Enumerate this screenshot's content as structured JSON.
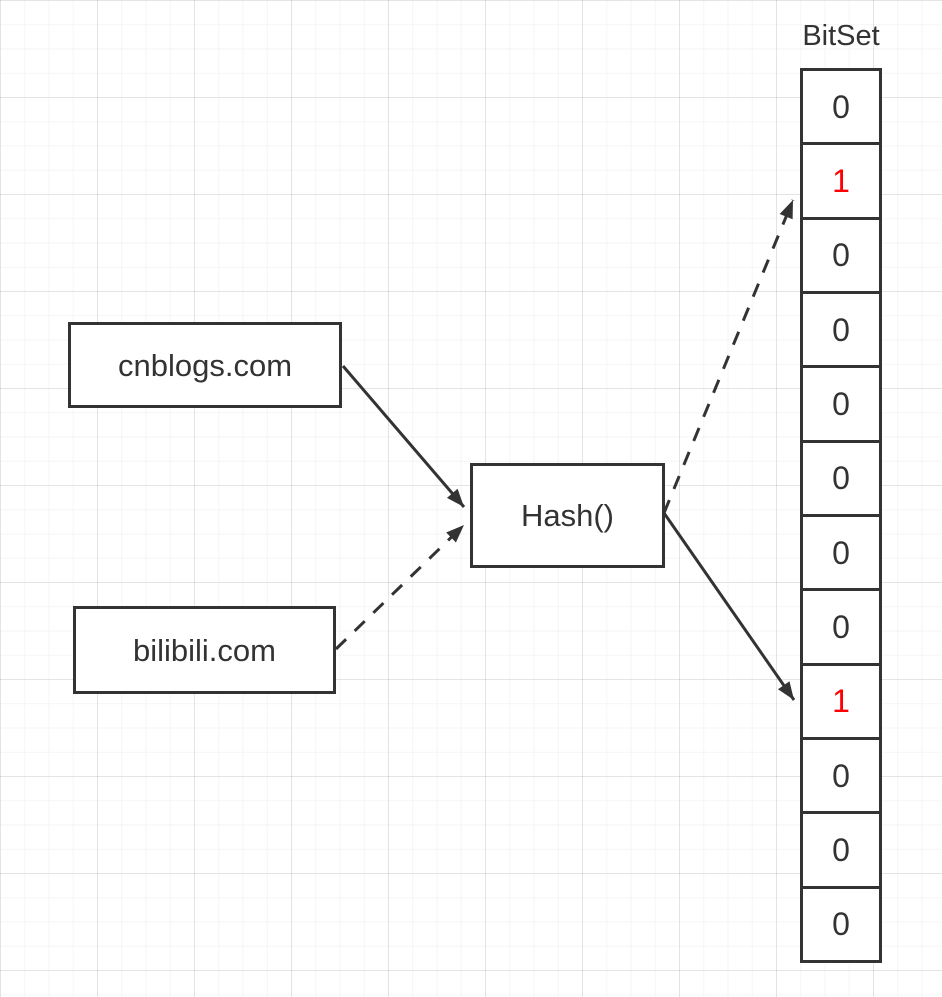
{
  "nodes": {
    "cnblogs": {
      "label": "cnblogs.com"
    },
    "bilibili": {
      "label": "bilibili.com"
    },
    "hash": {
      "label": "Hash()"
    }
  },
  "bitset": {
    "label": "BitSet",
    "cells": [
      {
        "value": "0",
        "highlight": false
      },
      {
        "value": "1",
        "highlight": true
      },
      {
        "value": "0",
        "highlight": false
      },
      {
        "value": "0",
        "highlight": false
      },
      {
        "value": "0",
        "highlight": false
      },
      {
        "value": "0",
        "highlight": false
      },
      {
        "value": "0",
        "highlight": false
      },
      {
        "value": "0",
        "highlight": false
      },
      {
        "value": "1",
        "highlight": true
      },
      {
        "value": "0",
        "highlight": false
      },
      {
        "value": "0",
        "highlight": false
      },
      {
        "value": "0",
        "highlight": false
      }
    ]
  },
  "edges": [
    {
      "from": "cnblogs",
      "to": "hash",
      "style": "solid"
    },
    {
      "from": "bilibili",
      "to": "hash",
      "style": "dashed"
    },
    {
      "from": "hash",
      "to": "bitset-cell-1",
      "style": "dashed"
    },
    {
      "from": "hash",
      "to": "bitset-cell-8",
      "style": "solid"
    }
  ],
  "colors": {
    "stroke": "#333333",
    "text": "#333333",
    "highlight": "#ff0000",
    "background": "#ffffff"
  }
}
